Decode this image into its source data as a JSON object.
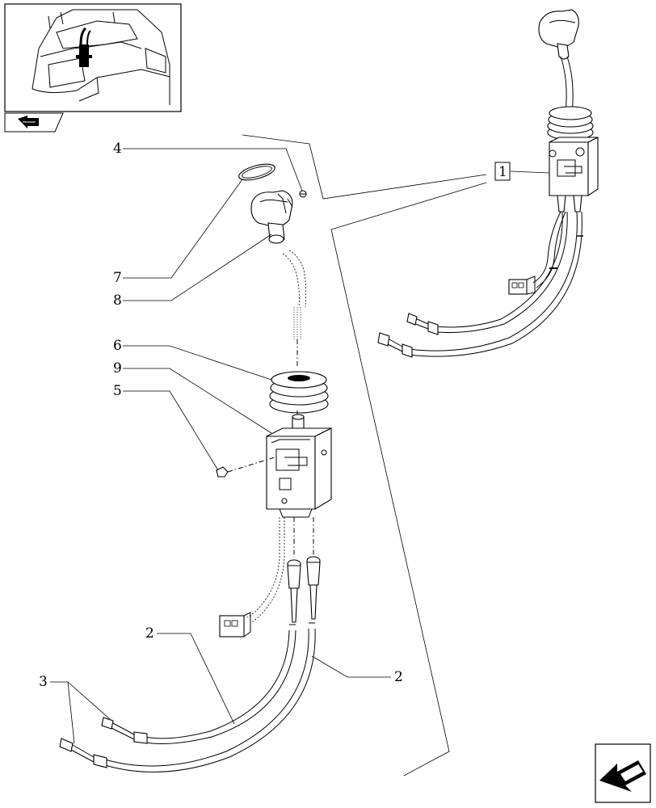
{
  "diagram": {
    "callouts": [
      {
        "id": "c4",
        "label": "4"
      },
      {
        "id": "c7",
        "label": "7"
      },
      {
        "id": "c8",
        "label": "8"
      },
      {
        "id": "c6",
        "label": "6"
      },
      {
        "id": "c9",
        "label": "9"
      },
      {
        "id": "c5",
        "label": "5"
      },
      {
        "id": "c2a",
        "label": "2"
      },
      {
        "id": "c2b",
        "label": "2"
      },
      {
        "id": "c3",
        "label": "3"
      },
      {
        "id": "c1",
        "label": "1"
      }
    ]
  },
  "navigation": {
    "prev_icon": "arrow-left-icon",
    "next_icon": "arrow-down-left-icon"
  }
}
